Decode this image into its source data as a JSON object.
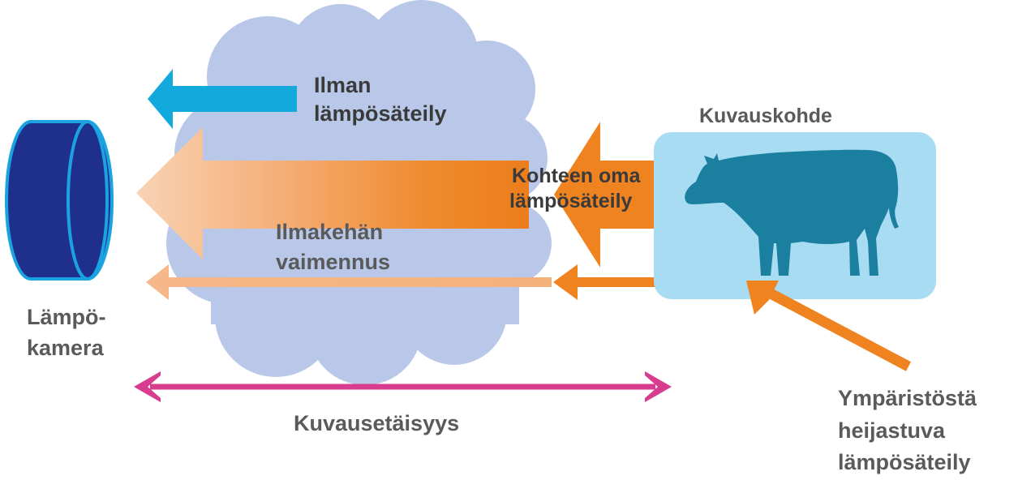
{
  "labels": {
    "camera_line1": "Lämpö-",
    "camera_line2": "kamera",
    "air_radiation_line1": "Ilman",
    "air_radiation_line2": "lämpösäteily",
    "target_title": "Kuvauskohde",
    "target_radiation_line1": "Kohteen oma",
    "target_radiation_line2": "lämpösäteily",
    "attenuation_line1": "Ilmakehän",
    "attenuation_line2": "vaimennus",
    "distance": "Kuvausetäisyys",
    "reflected_line1": "Ympäristöstä",
    "reflected_line2": "heijastuva",
    "reflected_line3": "lämpösäteily"
  },
  "colors": {
    "camera_body": "#1e2f8c",
    "camera_rim": "#1aa3e0",
    "cloud": "#b9c8e8",
    "air_arrow": "#13a9dd",
    "target_arrow": "#ef8320",
    "target_box": "#a7dcf2",
    "cow": "#1b7fa0",
    "distance_arrow": "#d83c8e",
    "text": "#5a5a5a"
  },
  "icons": {
    "camera": "thermal-camera-icon",
    "target": "cow-icon"
  }
}
